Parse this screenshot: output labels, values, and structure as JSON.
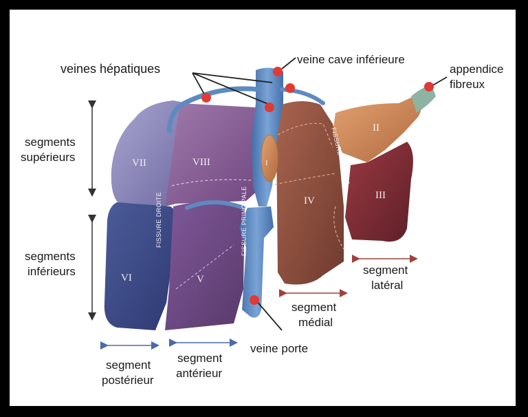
{
  "labels": {
    "veine_cave": "veine cave inférieure",
    "veines_hepatiques": "veines hépatiques",
    "appendice_1": "appendice",
    "appendice_2": "fibreux",
    "seg_sup_1": "segments",
    "seg_sup_2": "supérieurs",
    "seg_inf_1": "segments",
    "seg_inf_2": "inférieurs",
    "seg_lat_1": "segment",
    "seg_lat_2": "latéral",
    "seg_med_1": "segment",
    "seg_med_2": "médial",
    "veine_porte": "veine porte",
    "seg_post_1": "segment",
    "seg_post_2": "postérieur",
    "seg_ant_1": "segment",
    "seg_ant_2": "antérieur"
  },
  "segments": {
    "I": "I",
    "II": "II",
    "III": "III",
    "IV": "IV",
    "V": "V",
    "VI": "VI",
    "VII": "VII",
    "VIII": "VIII"
  },
  "fissures": {
    "droite": "FISSURE DROITE",
    "principale": "FISSURE PRINCIPALE",
    "gauche": "FISSURE GAUCHE"
  },
  "colors": {
    "seg_vii": "#8a86b8",
    "seg_viii": "#8d5e98",
    "seg_vi": "#3f4e8a",
    "seg_v": "#6e4a7e",
    "seg_iv": "#8f5141",
    "seg_iii": "#7e2e36",
    "seg_ii": "#cf8b5a",
    "seg_i": "#d9a24a",
    "vein": "#5f8ac0",
    "marker": "#e03a34",
    "arrow_dark": "#333333",
    "arrow_red": "#a2403a",
    "arrow_blue": "#4a6aa8"
  }
}
